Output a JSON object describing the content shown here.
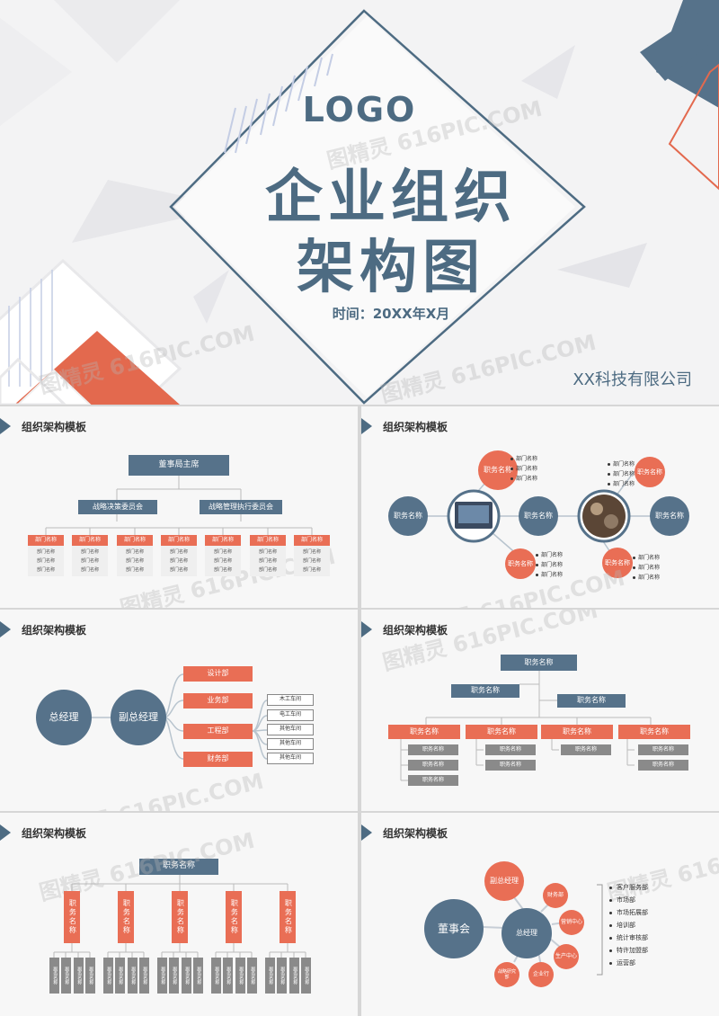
{
  "watermark": "图精灵 616PIC.COM",
  "cover": {
    "logo": "LOGO",
    "title_line1": "企业组织",
    "title_line2": "架构图",
    "date": "时间：20XX年X月",
    "company": "XX科技有限公司"
  },
  "slide_title": "组织架构模板",
  "s1": {
    "top": "董事局主席",
    "mid": [
      "战略决策委员会",
      "战略管理执行委员会"
    ],
    "dept": "部门名称",
    "sub": "部门名称"
  },
  "s2": {
    "role": "职务名称",
    "dept": "部门名称"
  },
  "s3": {
    "ceo": "总经理",
    "vice": "副总经理",
    "depts": [
      "设计部",
      "业务部",
      "工程部",
      "财务部"
    ],
    "workshops": [
      "木工车间",
      "电工车间",
      "其他车间",
      "其他车间",
      "其他车间"
    ]
  },
  "s4": {
    "role": "职务名称"
  },
  "s5": {
    "role": "职务名称",
    "vrole": "职务名称",
    "sub": "副务名称"
  },
  "s6": {
    "board": "董事会",
    "gm": "总经理",
    "vgm": "副总经理",
    "nodes": [
      "财务部",
      "营销中心",
      "生产中心",
      "企业行",
      "战略研究部"
    ],
    "list": [
      "客户服务部",
      "市场部",
      "市场拓展部",
      "培训部",
      "统计审核部",
      "特许加盟部",
      "运营部"
    ]
  }
}
